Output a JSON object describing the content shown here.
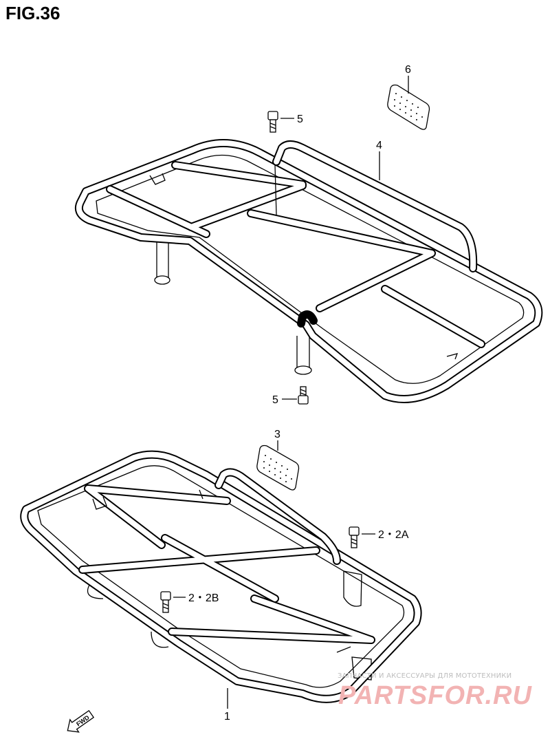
{
  "figure": {
    "title": "FIG.36"
  },
  "callouts": [
    {
      "id": "c6",
      "label": "6"
    },
    {
      "id": "c5a",
      "label": "5"
    },
    {
      "id": "c4",
      "label": "4"
    },
    {
      "id": "c5b",
      "label": "5"
    },
    {
      "id": "c3",
      "label": "3"
    },
    {
      "id": "c22a",
      "label": "2・2A"
    },
    {
      "id": "c22b",
      "label": "2・2B"
    },
    {
      "id": "c1",
      "label": "1"
    }
  ],
  "fwd_arrow": {
    "label": "FWD"
  },
  "watermark": {
    "tagline": "ЗАПЧАСТИ И АКСЕССУАРЫ ДЛЯ МОТОТЕХНИКИ",
    "logo": "PARTSFOR.RU",
    "color": "#f2b3b3"
  }
}
